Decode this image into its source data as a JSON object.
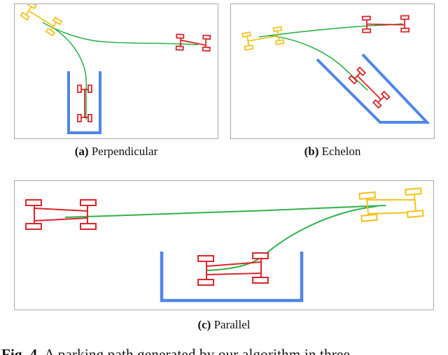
{
  "captions": {
    "a": {
      "tag": "(a)",
      "text": "Perpendicular"
    },
    "b": {
      "tag": "(b)",
      "text": "Echelon"
    },
    "c": {
      "tag": "(c)",
      "text": "Parallel"
    }
  },
  "figure_caption": {
    "label": "Fig. 4.",
    "text": "A parking path generated by our algorithm in three"
  },
  "colors": {
    "start_vehicle": "#f2c31d",
    "goal_vehicle": "#d9262b",
    "path": "#2eb24a",
    "parking_slot": "#4f86e8",
    "panel_border": "#a8a8a8"
  }
}
